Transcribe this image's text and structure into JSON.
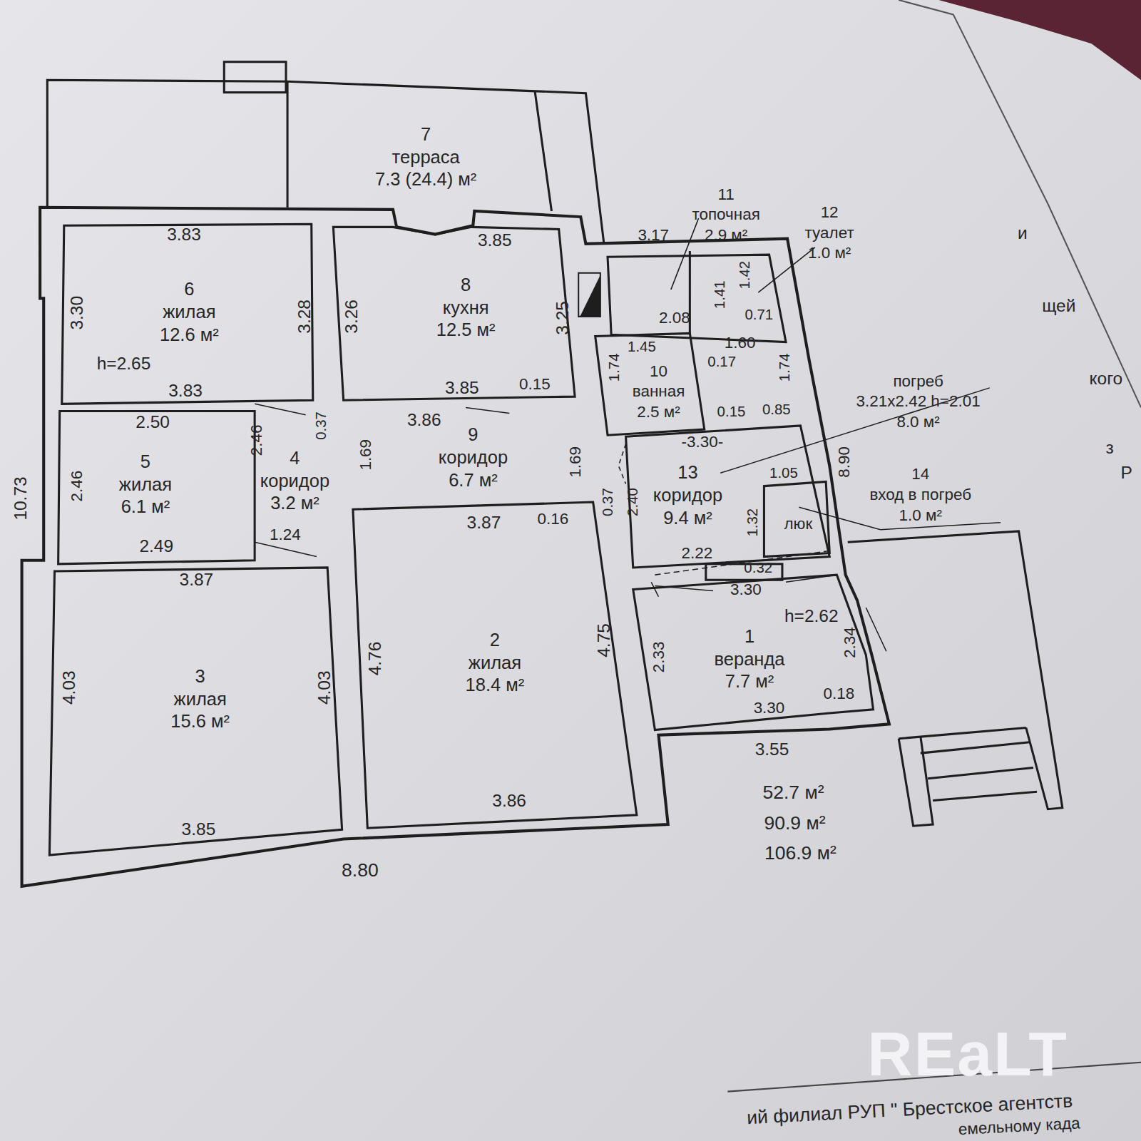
{
  "diagram": {
    "nodes": [
      {
        "text": [
          "7",
          "терраса",
          "7.3 (24.4) м²"
        ]
      },
      {
        "text": [
          "6",
          "жилая",
          "12.6 м²"
        ]
      },
      {
        "text": [
          "8",
          "кухня",
          "12.5 м²"
        ]
      },
      {
        "text": [
          "11",
          "топочная",
          "2.9 м²"
        ]
      },
      {
        "text": [
          "12",
          "туалет",
          "1.0 м²"
        ]
      },
      {
        "text": [
          "10",
          "ванная",
          "2.5 м²"
        ]
      },
      {
        "text": [
          "5",
          "жилая",
          "6.1 м²"
        ]
      },
      {
        "text": [
          "4",
          "коридор",
          "3.2 м²"
        ]
      },
      {
        "text": [
          "9",
          "коридор",
          "6.7 м²"
        ]
      },
      {
        "text": [
          "погреб",
          "3.21x2.42 h=2.01",
          "8.0 м²"
        ]
      },
      {
        "text": [
          "13",
          "коридор",
          "9.4 м²"
        ]
      },
      {
        "text": [
          "14",
          "вход в погреб",
          "1.0 м²"
        ]
      },
      {
        "text": [
          "люк"
        ]
      },
      {
        "text": [
          "3",
          "жилая",
          "15.6 м²"
        ]
      },
      {
        "text": [
          "2",
          "жилая",
          "18.4 м²"
        ]
      },
      {
        "text": [
          "1",
          "веранда",
          "7.7 м²"
        ]
      }
    ],
    "labels": [
      "3.83",
      "3.83",
      "3.30",
      "3.28",
      "3.26",
      "3.85",
      "3.85",
      "3.25",
      "0.15",
      "3.17",
      "2.08",
      "1.41",
      "1.42",
      "0.71",
      "1.45",
      "1.60",
      "1.74",
      "0.17",
      "1.74",
      "0.15",
      "0.85",
      "-3.30-",
      "2.50",
      "2.46",
      "2.46",
      "0.37",
      "1.69",
      "3.86",
      "1.69",
      "1.24",
      "2.49",
      "3.87",
      "3.87",
      "0.16",
      "0.37",
      "2.40",
      "1.32",
      "1.05",
      "2.22",
      "0.32",
      "3.30",
      "8.90",
      "10.73",
      "4.03",
      "4.03",
      "4.76",
      "4.75",
      "2.33",
      "2.34",
      "0.18",
      "3.30",
      "3.55",
      "3.85",
      "3.86",
      "8.80",
      "52.7 м²",
      "90.9 м²",
      "106.9 м²",
      "h=2.65",
      "h=2.62",
      "REaLT",
      "ий филиал РУП \" Брестское агентств",
      "емельному када",
      "и",
      "щей",
      "кого",
      "з",
      "Р"
    ]
  }
}
